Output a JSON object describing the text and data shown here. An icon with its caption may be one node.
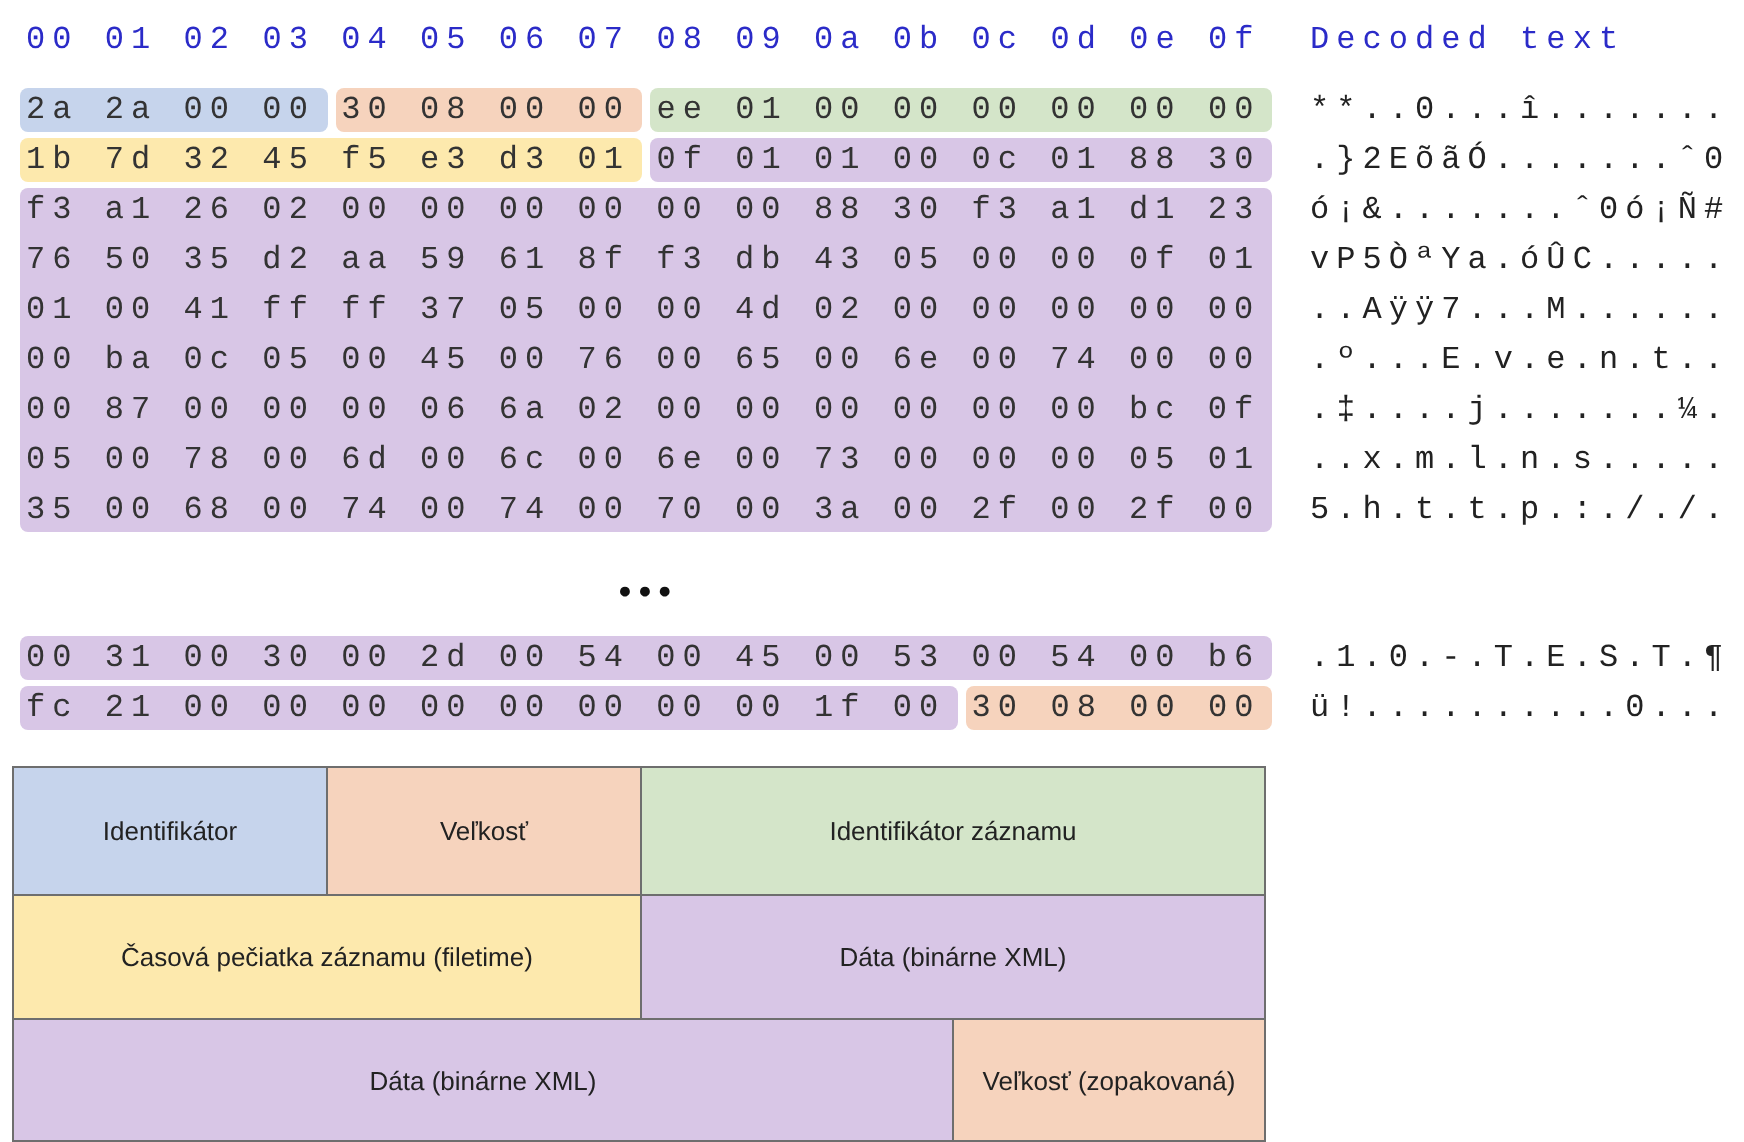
{
  "diagram": {
    "nodes": [
      {
        "text": [
          "2a 2a 00 00"
        ]
      },
      {
        "text": [
          "30 08 00 00"
        ]
      },
      {
        "text": [
          "ee 01 00 00 00 00 00 00"
        ]
      },
      {
        "text": [
          "1b 7d 32 45 f5 e3 d3 01"
        ]
      },
      {
        "text": [
          "0f 01 01 00 0c 01 88 30"
        ]
      },
      {
        "text": [
          "f3 a1 26 02 00 00 00 00 00 00 88 30 f3 a1 d1 23",
          "76 50 35 d2 aa 59 61 8f f3 db 43 05 00 00 0f 01",
          "01 00 41 ff ff 37 05 00 00 4d 02 00 00 00 00 00",
          "00 ba 0c 05 00 45 00 76 00 65 00 6e 00 74 00 00",
          "00 87 00 00 00 06 6a 02 00 00 00 00 00 00 bc 0f",
          "05 00 78 00 6d 00 6c 00 6e 00 73 00 00 00 05 01",
          "35 00 68 00 74 00 74 00 70 00 3a 00 2f 00 2f 00"
        ]
      },
      {
        "text": [
          "00 31 00 30 00 2d 00 54 00 45 00 53 00 54 00 b6"
        ]
      },
      {
        "text": [
          "fc 21 00 00 00 00 00 00 00 00 1f 00"
        ]
      },
      {
        "text": [
          "30 08 00 00"
        ]
      },
      {
        "text": [
          "Identifikátor"
        ]
      },
      {
        "text": [
          "Veľkosť"
        ]
      },
      {
        "text": [
          "Identifikátor záznamu"
        ]
      },
      {
        "text": [
          "Časová pečiatka záznamu (filetime)"
        ]
      },
      {
        "text": [
          "Dáta (binárne XML)"
        ]
      },
      {
        "text": [
          "Dáta (binárne XML)"
        ]
      },
      {
        "text": [
          "Veľkosť (zopakovaná)"
        ]
      }
    ],
    "labels": [
      "00",
      "01",
      "02",
      "03",
      "04",
      "05",
      "06",
      "07",
      "08",
      "09",
      "0a",
      "0b",
      "0c",
      "0d",
      "0e",
      "0f",
      "Decoded text",
      "**..0...î.......",
      ".}2EõãÓ.......ˆ0",
      "ó¡&.......ˆ0ó¡Ñ#",
      "vP5ÒªYa.óÛC.....",
      "..Aÿÿ7...M......",
      ".º...E.v.e.n.t..",
      ".‡....j.......¼.",
      "..x.m.l.n.s.....",
      "5.h.t.t.p.:././.",
      "•••",
      ".1.0.-.T.E.S.T.¶",
      "ü!..........0..."
    ]
  }
}
